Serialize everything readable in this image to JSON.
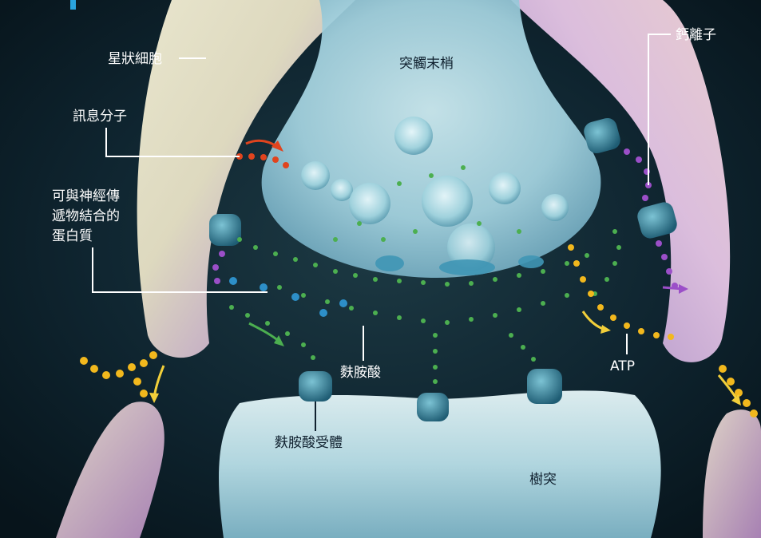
{
  "diagram": {
    "labels": {
      "astrocyte": "星狀細胞",
      "signal_molecule": "訊息分子",
      "receptor_protein_line1": "可與神經傳",
      "receptor_protein_line2": "遞物結合的",
      "receptor_protein_line3": "蛋白質",
      "axon_terminal": "突觸末梢",
      "calcium_ion": "鈣離子",
      "glutamate": "麩胺酸",
      "glutamate_receptor": "麩胺酸受體",
      "atp": "ATP",
      "dendrite": "樹突"
    },
    "colors": {
      "background_dark": "#0b1a22",
      "cell_membrane": "#d8ecf2",
      "glutamate_dot": "#4caf50",
      "atp_dot": "#f2b81d",
      "calcium_dot": "#9b4fc8",
      "signal_dot": "#e0441e",
      "receptor": "#2d7f99",
      "accent_bar": "#2aa3dd"
    }
  }
}
